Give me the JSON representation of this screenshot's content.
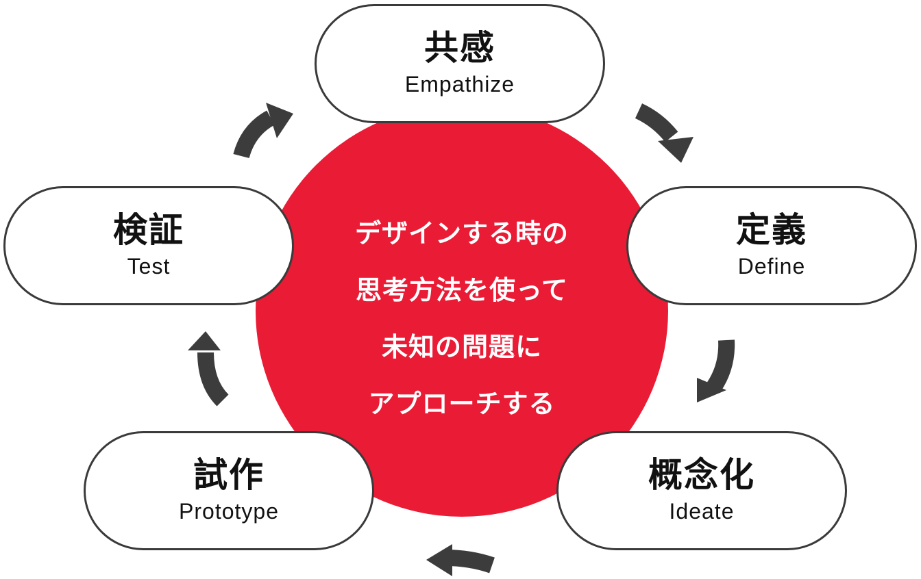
{
  "center": {
    "lines": [
      "デザインする時の",
      "思考方法を使って",
      "未知の問題に",
      "アプローチする"
    ]
  },
  "nodes": {
    "empathize": {
      "jp": "共感",
      "en": "Empathize"
    },
    "define": {
      "jp": "定義",
      "en": "Define"
    },
    "ideate": {
      "jp": "概念化",
      "en": "Ideate"
    },
    "prototype": {
      "jp": "試作",
      "en": "Prototype"
    },
    "test": {
      "jp": "検証",
      "en": "Test"
    }
  },
  "colors": {
    "circle": "#ea1b35",
    "arrow": "#3c3c3c",
    "border": "#3a3a3a"
  },
  "icons": [
    "cycle-arrow-icon"
  ]
}
